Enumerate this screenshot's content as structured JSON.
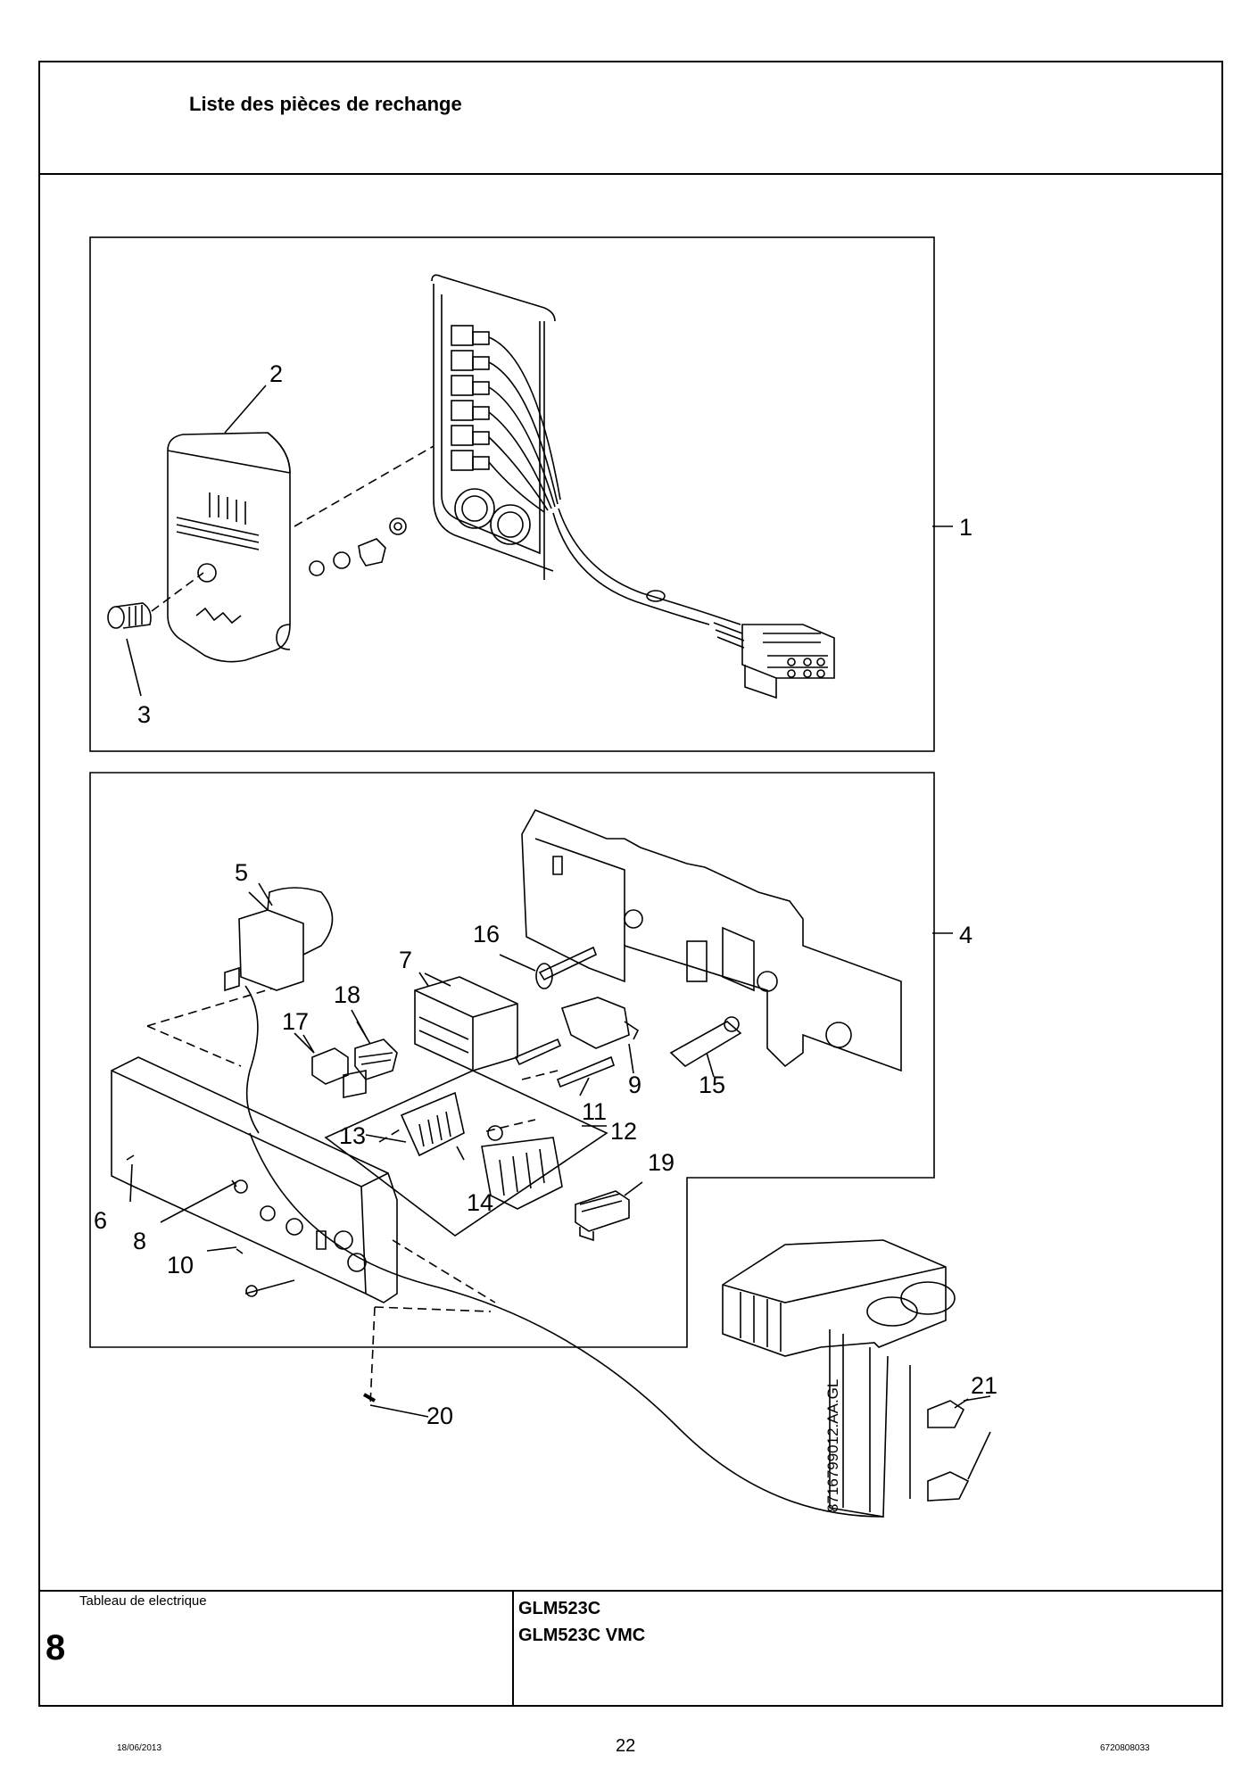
{
  "header": {
    "title": "Liste des pièces de rechange"
  },
  "callouts": {
    "c1": "1",
    "c2": "2",
    "c3": "3",
    "c4": "4",
    "c5": "5",
    "c6": "6",
    "c7": "7",
    "c8": "8",
    "c9": "9",
    "c10": "10",
    "c11": "11",
    "c12": "12",
    "c13": "13",
    "c14": "14",
    "c15": "15",
    "c16": "16",
    "c17": "17",
    "c18": "18",
    "c19": "19",
    "c20": "20",
    "c21": "21"
  },
  "drawing_ref": "8716799012.AA.GL",
  "footer": {
    "section_title": "Tableau de electrique",
    "section_number": "8",
    "model_1": "GLM523C",
    "model_2": "GLM523C VMC",
    "page_number": "22",
    "date": "18/06/2013",
    "doc_ref": "6720808033"
  }
}
